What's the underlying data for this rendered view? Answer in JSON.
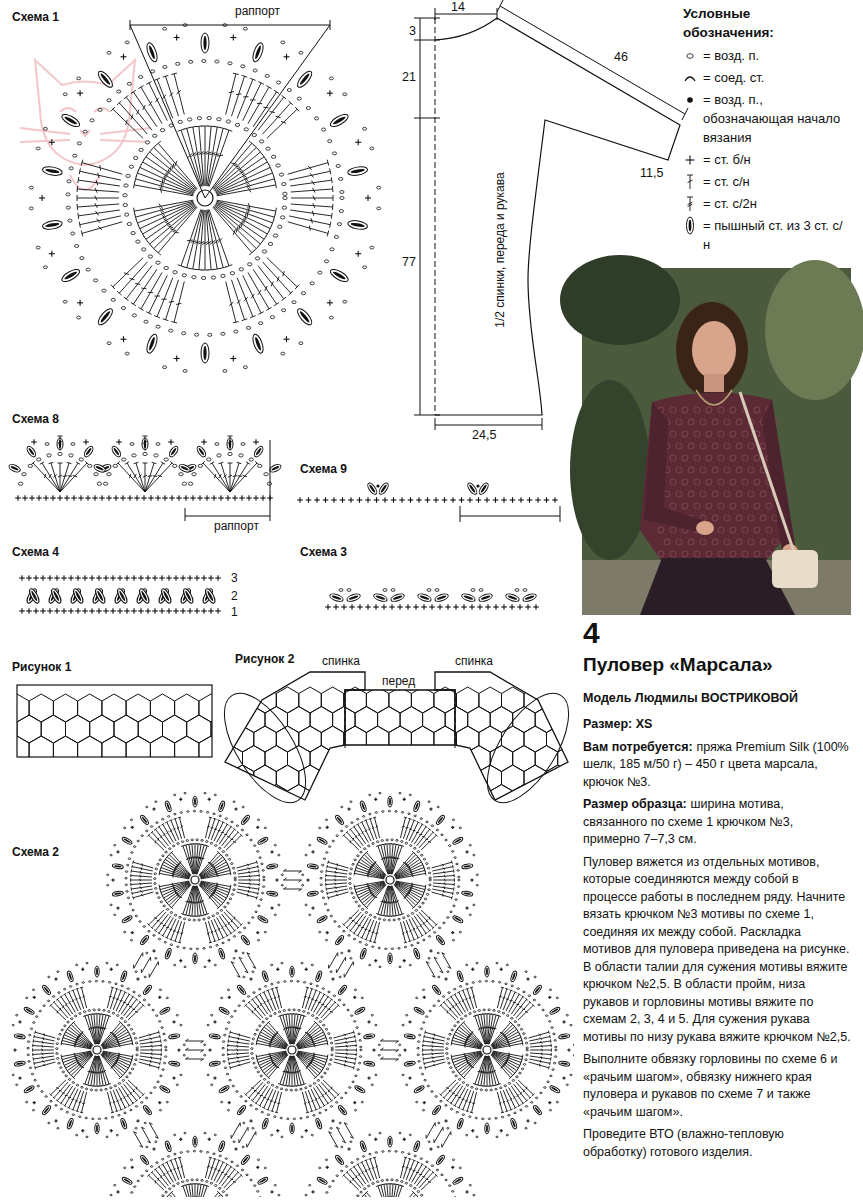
{
  "diagram": {
    "title": "Пуловер «Марсала»",
    "labels": [
      "Схема 1",
      "раппорт",
      "14",
      "3",
      "46",
      "21",
      "11,5",
      "77",
      "1/2 спинки, переда и рукава",
      "24,5",
      "Схема 8",
      "раппорт",
      "Схема 9",
      "Схема 4",
      "3",
      "2",
      "1",
      "Схема 3",
      "Рисунок 1",
      "Рисунок 2",
      "спинка",
      "перед",
      "спинка",
      "Схема 2",
      "4",
      "Модель Людмилы ВОСТРИКОВОЙ",
      "Размер: XS",
      "Вам потребуется:",
      "пряжа Premium Silk (100% шелк, 185 м/50 г) – 450 г цвета марсала, крючок №3.",
      "Размер образца:",
      "ширина мотива, связанного по схеме 1 крючком №3, примерно 7–7,3 см.",
      "Пуловер вяжется из отдельных мотивов, которые соединяются между собой в процессе работы в последнем ряду. Начните вязать крючком №3 мотивы по схеме 1, соединяя их между собой. Раскладка мотивов для пуловера приведена на рисунке. В области талии для сужения мотивы вяжите крючком №2,5. В области пройм, низа рукавов и горловины мотивы вяжите по схемам 2, 3, 4 и 5. Для сужения рукава мотивы по низу рукава вяжите крючком №2,5.",
      "Выполните обвязку горловины по схеме 6 и «рачьим шагом», обвязку нижнего края пуловера и рукавов по схеме 7 и также «рачьим шагом».",
      "Проведите ВТО (влажно-тепловую обработку) готового изделия.",
      "Условные обозначения:"
    ],
    "legend": [
      {
        "text": "= возд. п."
      },
      {
        "text": "= соед. ст."
      },
      {
        "text": "= возд. п., обозначающая начало вязания"
      },
      {
        "text": "= ст. б/н"
      },
      {
        "text": "= ст. с/н"
      },
      {
        "text": "= ст. с/2н"
      },
      {
        "text": "= пышный ст. из 3 ст. с/н"
      }
    ]
  }
}
